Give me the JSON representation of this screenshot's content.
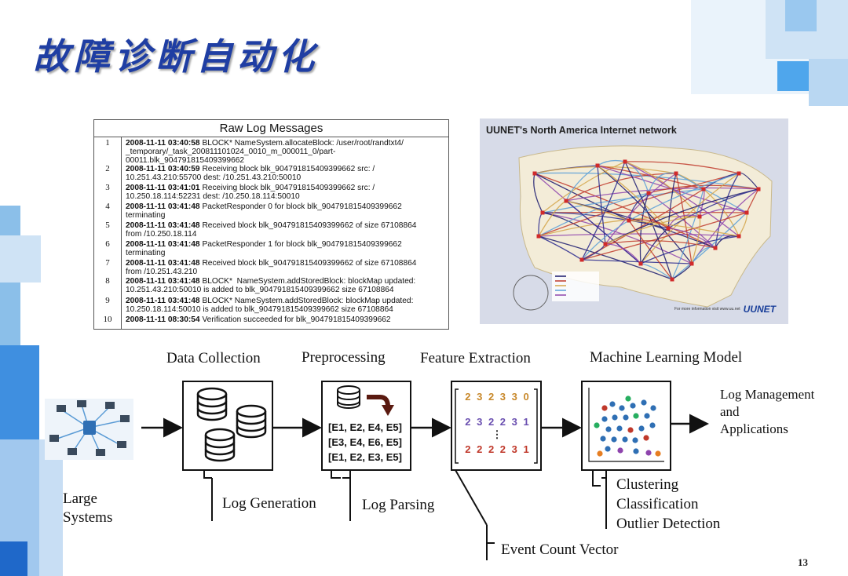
{
  "slide": {
    "title": "故障诊断自动化",
    "page_number": "13"
  },
  "raw_log": {
    "header": "Raw Log Messages",
    "rows": [
      {
        "num": "1",
        "ts": "2008-11-11 03:40:58",
        "line1": " BLOCK* NameSystem.allocateBlock: /user/root/randtxt4/",
        "line2": "_temporary/_task_200811101024_0010_m_000011_0/part-",
        "line3": "00011.blk_904791815409399662"
      },
      {
        "num": "2",
        "ts": "2008-11-11 03:40:59",
        "line1": " Receiving block blk_904791815409399662 src: /",
        "line2": "10.251.43.210:55700 dest: /10.251.43.210:50010",
        "line3": ""
      },
      {
        "num": "3",
        "ts": "2008-11-11 03:41:01",
        "line1": " Receiving block blk_904791815409399662 src: /",
        "line2": "10.250.18.114:52231 dest: /10.250.18.114:50010",
        "line3": ""
      },
      {
        "num": "4",
        "ts": "2008-11-11 03:41:48",
        "line1": " PacketResponder 0 for block blk_904791815409399662",
        "line2": "terminating",
        "line3": ""
      },
      {
        "num": "5",
        "ts": "2008-11-11 03:41:48",
        "line1": " Received block blk_904791815409399662 of size 67108864",
        "line2": "from /10.250.18.114",
        "line3": ""
      },
      {
        "num": "6",
        "ts": "2008-11-11 03:41:48",
        "line1": " PacketResponder 1 for block blk_904791815409399662",
        "line2": "terminating",
        "line3": ""
      },
      {
        "num": "7",
        "ts": "2008-11-11 03:41:48",
        "line1": " Received block blk_904791815409399662 of size 67108864",
        "line2": "from /10.251.43.210",
        "line3": ""
      },
      {
        "num": "8",
        "ts": "2008-11-11 03:41:48",
        "line1": " BLOCK*  NameSystem.addStoredBlock: blockMap updated:",
        "line2": "10.251.43.210:50010 is added to blk_904791815409399662 size 67108864",
        "line3": ""
      },
      {
        "num": "9",
        "ts": "2008-11-11 03:41:48",
        "line1": " BLOCK* NameSystem.addStoredBlock: blockMap updated:",
        "line2": "10.250.18.114:50010 is added to blk_904791815409399662 size 67108864",
        "line3": ""
      },
      {
        "num": "10",
        "ts": "2008-11-11 08:30:54",
        "line1": " Verification succeeded for blk_904791815409399662",
        "line2": "",
        "line3": ""
      }
    ]
  },
  "network_map": {
    "title": "UUNET's North America Internet network",
    "logo": "UUNET",
    "info": "For more information visit www.uu.net"
  },
  "pipeline": {
    "stages": {
      "data_collection": "Data Collection",
      "preprocessing": "Preprocessing",
      "feature_extraction": "Feature Extraction",
      "ml_model": "Machine Learning Model"
    },
    "input_label": [
      "Large",
      "Systems"
    ],
    "output_label": [
      "Log Management",
      "and",
      "Applications"
    ],
    "sub_labels": {
      "log_generation": "Log Generation",
      "log_parsing": "Log Parsing",
      "event_count_vector": "Event Count Vector"
    },
    "ml_tasks": [
      "Clustering",
      "Classification",
      "Outlier Detection"
    ],
    "event_sequences": [
      "[E1, E2, E4, E5]",
      "[E3, E4, E6, E5]",
      "[E1, E2, E3, E5]"
    ],
    "count_vectors": [
      {
        "values": "2 3 2 3 3 0",
        "color": "#c8882a"
      },
      {
        "values": "2 3 2 2 3 1",
        "color": "#6a4fb0"
      },
      {
        "values": "⋮",
        "color": "#222222"
      },
      {
        "values": "2 2 2 2 3 1",
        "color": "#c0392b"
      }
    ]
  },
  "colors": {
    "title": "#1f3ea3",
    "accent_blue": "#2a7fe0",
    "arrow_dark": "#5a1a10"
  }
}
